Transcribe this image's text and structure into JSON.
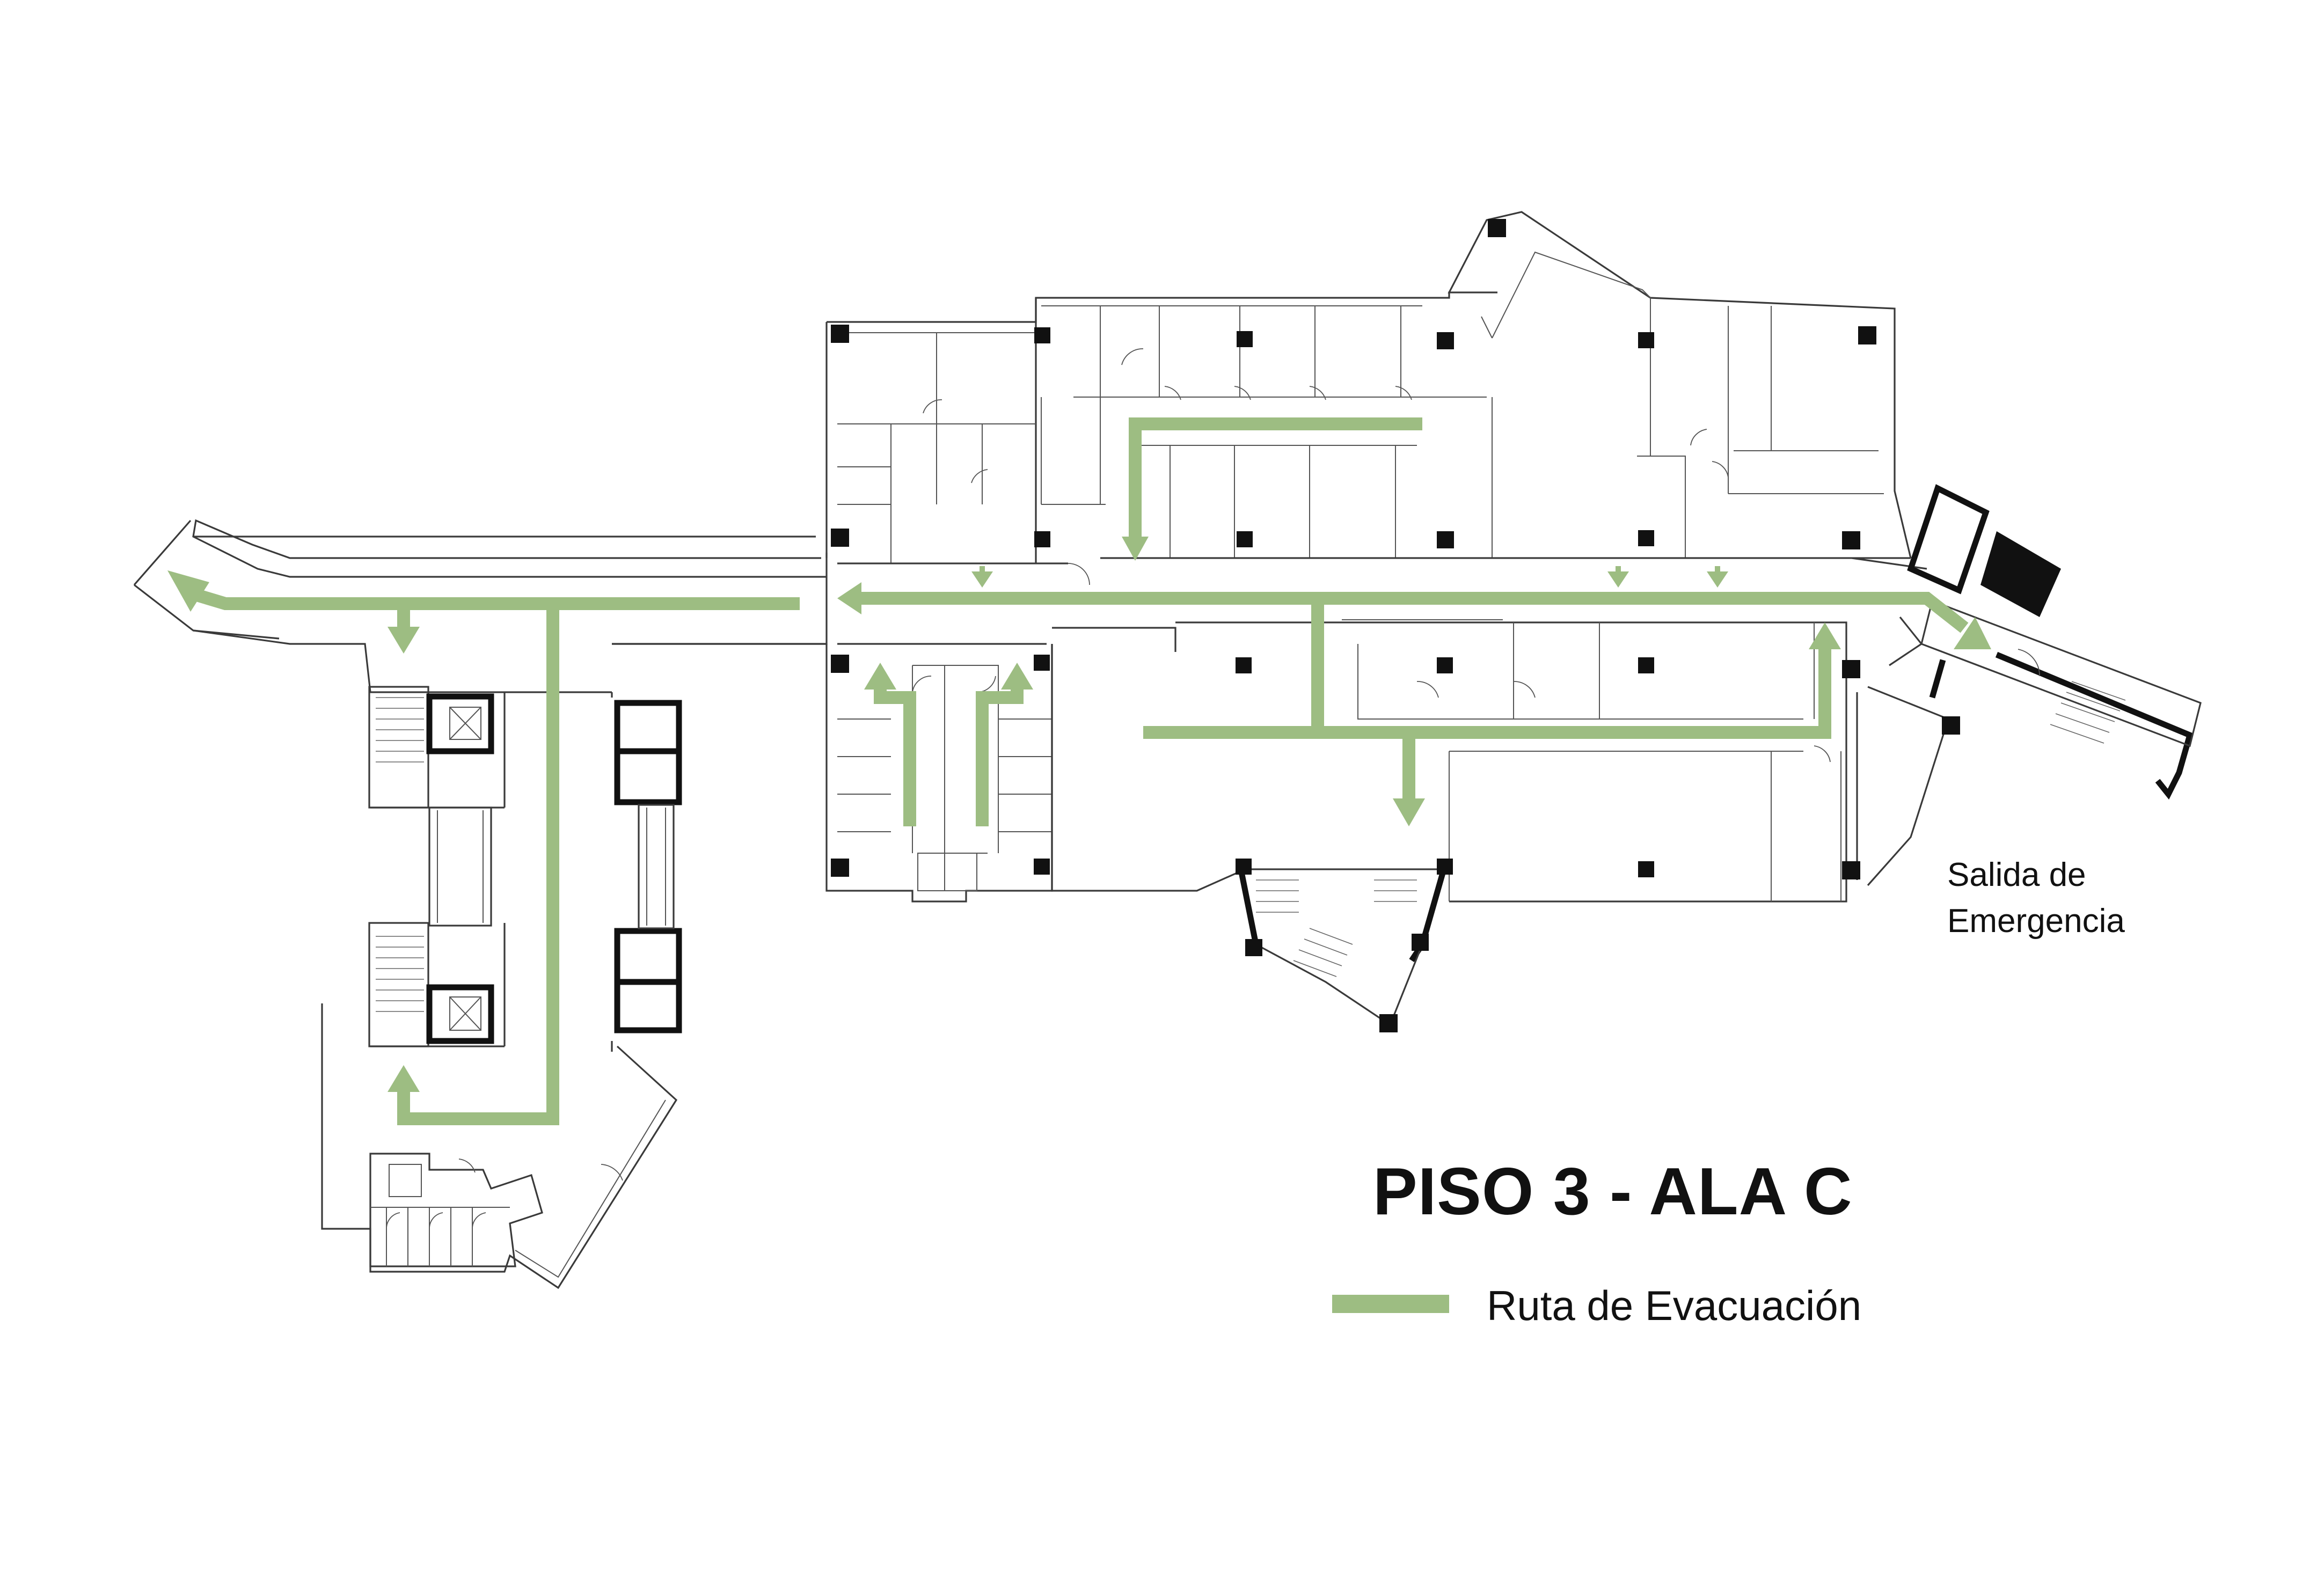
{
  "title": "PISO 3  - ALA  C",
  "exit_label": {
    "line1": "Salida de",
    "line2": "Emergencia"
  },
  "legend": {
    "label": "Ruta de Evacuación",
    "color": "#9dbd82"
  },
  "colors": {
    "route": "#9dbd82",
    "walls": "#3a3a3a",
    "columns": "#111111",
    "background": "#ffffff"
  }
}
